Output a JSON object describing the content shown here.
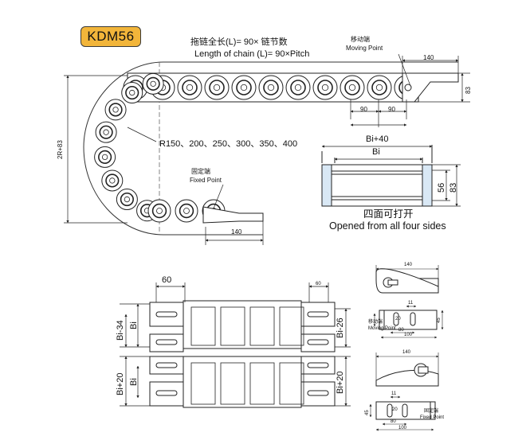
{
  "title": {
    "model": "KDM56"
  },
  "chain_length": {
    "zh": "拖链全长(L)= 90× 链节数",
    "en": "Length of chain (L)= 90×Pitch"
  },
  "moving_point": {
    "zh": "移动端",
    "en": "Moving Point"
  },
  "fixed_point": {
    "zh": "固定端",
    "en": "Fixed Point"
  },
  "bend_radii": "R150、200、250、300、350、400",
  "height_label": "2R+83",
  "dims": {
    "top_140": "140",
    "right_83": "83",
    "pitch_90_a": "90",
    "pitch_90_b": "90",
    "bottom_140": "140",
    "bi_plus_40": "Bi+40",
    "bi": "Bi",
    "h56": "56",
    "h83": "83"
  },
  "section_caption": {
    "zh": "四面可打开",
    "en": "Opened from all four sides"
  },
  "plan_view": {
    "top_60": "60",
    "right_60": "60",
    "bi_minus_34": "Bi-34",
    "bi_top": "Bi",
    "bi_minus_26": "Bi-26",
    "bi_plus_20_left": "Bi+20",
    "bi_bottom": "Bi",
    "bi_plus_20_right": "Bi+20"
  },
  "bracket_moving": {
    "w140": "140",
    "d11": "11",
    "d20": "20",
    "d80": "80",
    "d100": "100",
    "d45": "45",
    "zh": "移动端",
    "en": "Moving Point"
  },
  "bracket_fixed": {
    "w140": "140",
    "d11": "11",
    "d20": "20",
    "d80": "80",
    "d100": "100",
    "d45": "45",
    "zh": "固定端",
    "en": "Fixed Point"
  }
}
